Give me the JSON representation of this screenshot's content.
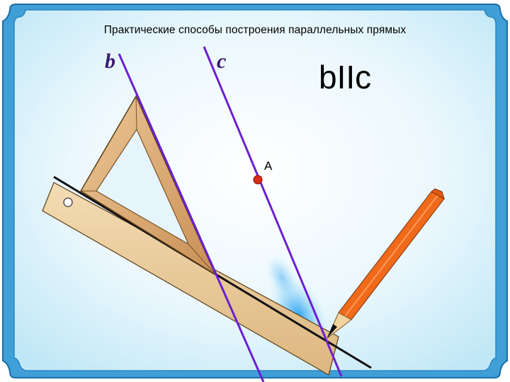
{
  "title": "Практические способы построения параллельных прямых",
  "lines": {
    "b_label": "b",
    "c_label": "c"
  },
  "relation": "bIIc",
  "point": {
    "label": "A"
  },
  "colors": {
    "frame": "#3f9fd6",
    "frame_edge": "#1a6ea6",
    "background": "#d6f2fb",
    "line": "#6b1fd0",
    "ruler": "#e8c896",
    "triangle": "#d9a770",
    "pencil": "#f06a1a",
    "point": "#d92a1a",
    "label_text": "#3a1a6e"
  },
  "icons": {
    "ruler": "ruler-icon",
    "triangle": "set-square-icon",
    "pencil": "pencil-icon"
  }
}
